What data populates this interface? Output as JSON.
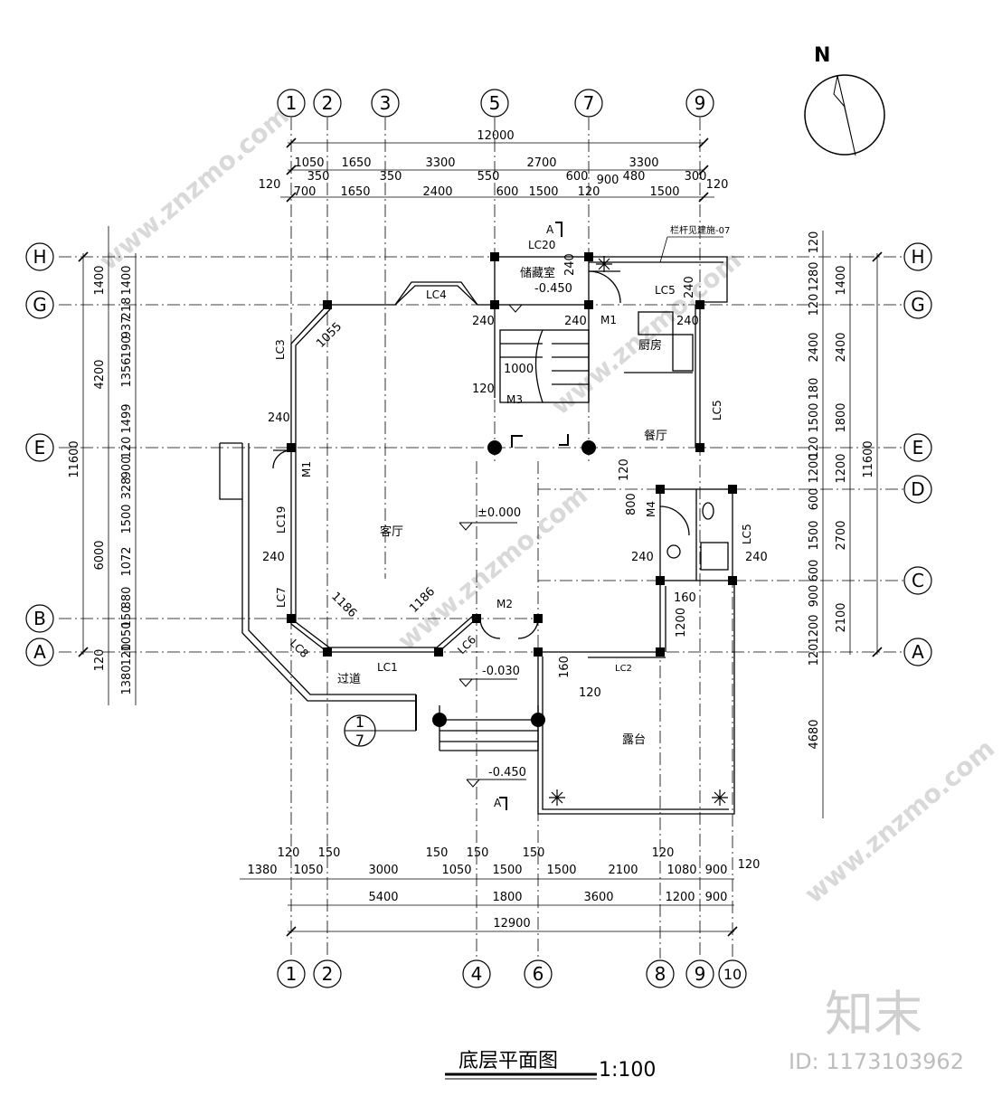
{
  "drawing": {
    "title": "底层平面图",
    "scale": "1:100",
    "north_label": "N",
    "watermark_id": "ID: 1173103962",
    "watermark_logo": "知末",
    "watermark_url": "www.znzmo.com"
  },
  "top_axes": [
    "1",
    "2",
    "3",
    "5",
    "7",
    "9"
  ],
  "bottom_axes": [
    "1",
    "2",
    "4",
    "6",
    "8",
    "9",
    "10"
  ],
  "left_axes": [
    "H",
    "G",
    "E",
    "B",
    "A"
  ],
  "right_axes": [
    "H",
    "G",
    "E",
    "D",
    "C",
    "A"
  ],
  "top_dims": {
    "total": "12000",
    "row1": [
      "1050",
      "1650",
      "3300",
      "2700",
      "3300"
    ],
    "row2": [
      "350",
      "350",
      "550",
      "600",
      "900",
      "480",
      "300"
    ],
    "row3": [
      "120",
      "700",
      "1650",
      "2400",
      "600",
      "1500",
      "120",
      "1500",
      "120"
    ]
  },
  "bottom_dims": {
    "row1": [
      "120",
      "150",
      "150",
      "150",
      "150",
      "120",
      "120"
    ],
    "row2": [
      "1380",
      "1050",
      "3000",
      "1050",
      "1500",
      "1500",
      "2100",
      "1080",
      "900"
    ],
    "row3": [
      "5400",
      "1800",
      "3600",
      "1200",
      "900"
    ],
    "total": "12900"
  },
  "left_dims": {
    "outer": [
      "1400",
      "4200",
      "6000",
      "120"
    ],
    "total": "11600",
    "inner": [
      "1400",
      "218",
      "937",
      "190",
      "1356",
      "1499",
      "120",
      "900",
      "328",
      "1500",
      "1072",
      "880",
      "150",
      "1050",
      "120",
      "1380"
    ]
  },
  "right_dims": {
    "inner": [
      "120",
      "1280",
      "120",
      "2400",
      "180",
      "1500",
      "120",
      "1200",
      "600",
      "1500",
      "600",
      "900",
      "1200",
      "120",
      "4680"
    ],
    "outer": [
      "1400",
      "2400",
      "1800",
      "1200",
      "2700",
      "2100"
    ],
    "total": "11600"
  },
  "rooms": {
    "storage": "储藏室",
    "kitchen": "厨房",
    "dining": "餐厅",
    "living": "客厅",
    "corridor": "过道",
    "terrace": "露台"
  },
  "levels": {
    "storage": "-0.450",
    "living": "±0.000",
    "entry": "-0.030",
    "outside": "-0.450"
  },
  "openings": {
    "lc20": "LC20",
    "lc4": "LC4",
    "lc5a": "LC5",
    "lc5b": "LC5",
    "lc5c": "LC5",
    "lc3": "LC3",
    "lc19": "LC19",
    "lc7": "LC7",
    "lc8": "LC8",
    "lc1": "LC1",
    "lc6": "LC6",
    "lc2": "LC2",
    "m1a": "M1",
    "m1b": "M1",
    "m2": "M2",
    "m3": "M3",
    "m4": "M4"
  },
  "misc_dims": {
    "d1055": "1055",
    "d1000": "1000",
    "d1186a": "1186",
    "d1186b": "1186",
    "w240a": "240",
    "w240b": "240",
    "w240c": "240",
    "w240d": "240",
    "w240e": "240",
    "w240f": "240",
    "w240g": "240",
    "w240h": "240",
    "w240i": "240",
    "w120a": "120",
    "w120b": "120",
    "w120c": "120",
    "w800": "800",
    "w160a": "160",
    "w160b": "160",
    "w1200": "1200"
  },
  "notes": {
    "railing": "栏杆见建施-07",
    "section_mark": "A",
    "detail_num": "1",
    "detail_sheet": "7"
  }
}
